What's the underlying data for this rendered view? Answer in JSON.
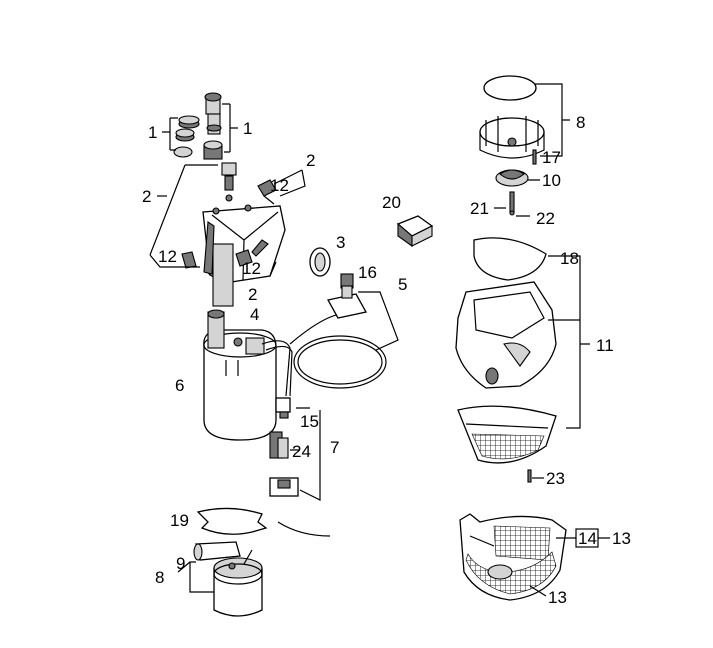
{
  "callouts": {
    "c1_left": "1",
    "c1_right": "1",
    "c2_top": "2",
    "c2_left": "2",
    "c2_mid": "2",
    "c3": "3",
    "c4": "4",
    "c5": "5",
    "c6": "6",
    "c7": "7",
    "c8_top": "8",
    "c8_bottom": "8",
    "c9": "9",
    "c10": "10",
    "c11": "11",
    "c12_top": "12",
    "c12_left": "12",
    "c12_mid": "12",
    "c13_box": "13",
    "c13_bottom": "13",
    "c14": "14",
    "c15": "15",
    "c16": "16",
    "c17": "17",
    "c18": "18",
    "c19": "19",
    "c20": "20",
    "c21": "21",
    "c22": "22",
    "c23": "23",
    "c24": "24"
  }
}
